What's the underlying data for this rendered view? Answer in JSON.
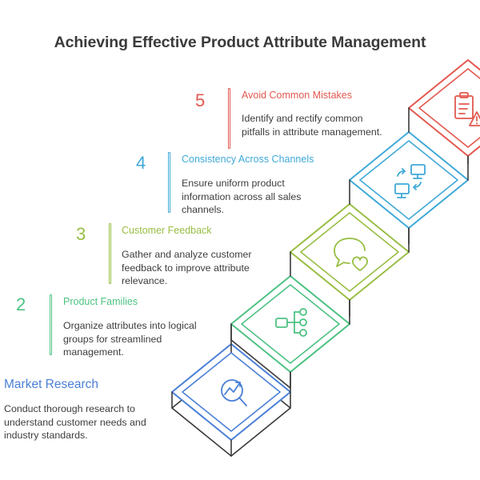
{
  "title": "Achieving Effective Product Attribute Management",
  "colors": {
    "step1": "#4a7fd6",
    "step2": "#4dc283",
    "step3": "#98be43",
    "step4": "#3fa9d8",
    "step5": "#e2584f",
    "outline": "#3a3a3a",
    "text": "#3d3d3d"
  },
  "steps": [
    {
      "heading": "Market Research",
      "description": "Conduct thorough research to understand customer needs and industry standards.",
      "icon": "market-research-icon"
    },
    {
      "number": "2",
      "heading": "Product Families",
      "description": "Organize attributes into logical groups for streamlined management.",
      "icon": "hierarchy-icon"
    },
    {
      "number": "3",
      "heading": "Customer Feedback",
      "description": "Gather and analyze customer feedback to improve attribute relevance.",
      "icon": "feedback-heart-icon"
    },
    {
      "number": "4",
      "heading": "Consistency Across Channels",
      "description": "Ensure uniform product information across all sales channels.",
      "icon": "sync-monitors-icon"
    },
    {
      "number": "5",
      "heading": "Avoid Common Mistakes",
      "description": "Identify and rectify common pitfalls in attribute management.",
      "icon": "warning-clipboard-icon"
    }
  ]
}
